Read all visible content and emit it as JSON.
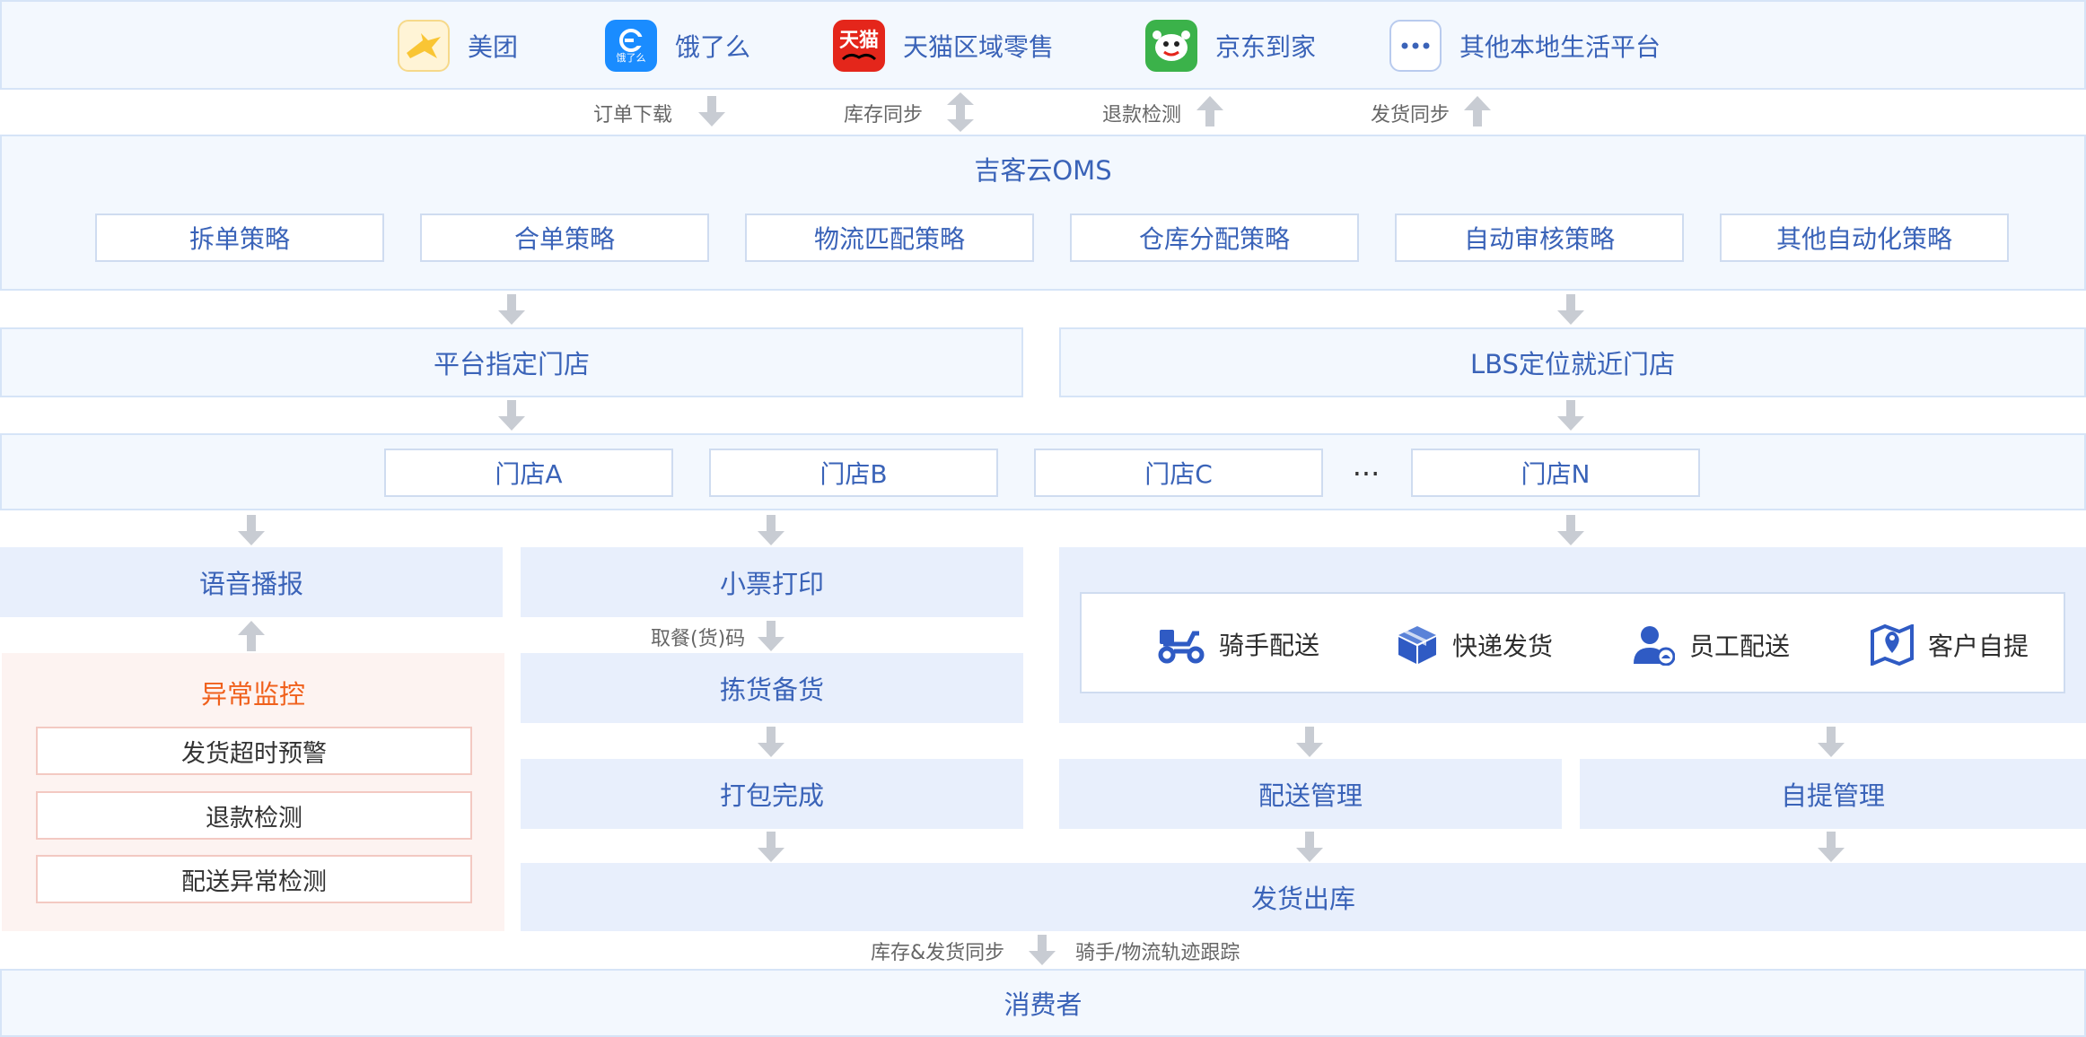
{
  "platforms": [
    {
      "name": "美团",
      "icon": "meituan-logo",
      "color": "#f9c534"
    },
    {
      "name": "饿了么",
      "icon": "eleme-logo",
      "color": "#1a8cff",
      "logo_text": "饿了么"
    },
    {
      "name": "天猫区域零售",
      "icon": "tmall-logo",
      "color": "#e4261b",
      "logo_text": "天猫"
    },
    {
      "name": "京东到家",
      "icon": "jd-daojia-logo",
      "color": "#3bb24a"
    },
    {
      "name": "其他本地生活平台",
      "icon": "more-icon",
      "color": "#3a63b8"
    }
  ],
  "flow_labels": {
    "order_download": "订单下载",
    "inventory_sync": "库存同步",
    "refund_check": "退款检测",
    "shipping_sync": "发货同步"
  },
  "oms": {
    "title": "吉客云OMS",
    "strategies": [
      "拆单策略",
      "合单策略",
      "物流匹配策略",
      "仓库分配策略",
      "自动审核策略",
      "其他自动化策略"
    ]
  },
  "store_assign": {
    "platform_designated": "平台指定门店",
    "lbs_nearest": "LBS定位就近门店"
  },
  "stores": {
    "items": [
      "门店A",
      "门店B",
      "门店C",
      "门店N"
    ],
    "ellipsis": "···"
  },
  "voice_broadcast": "语音播报",
  "monitoring": {
    "title": "异常监控",
    "items": [
      "发货超时预警",
      "退款检测",
      "配送异常检测"
    ]
  },
  "receipt_print": "小票打印",
  "pickup_code_label": "取餐(货)码",
  "picking": "拣货备货",
  "packing": "打包完成",
  "delivery_methods": [
    {
      "name": "骑手配送",
      "icon": "scooter-icon"
    },
    {
      "name": "快递发货",
      "icon": "package-box-icon"
    },
    {
      "name": "员工配送",
      "icon": "staff-person-icon"
    },
    {
      "name": "客户自提",
      "icon": "map-pin-icon"
    }
  ],
  "delivery_management": "配送管理",
  "pickup_management": "自提管理",
  "shipment_out": "发货出库",
  "bottom_labels": {
    "left": "库存&发货同步",
    "right": "骑手/物流轨迹跟踪"
  },
  "consumer": "消费者",
  "colors": {
    "primary_text": "#3a63b8",
    "icon_blue": "#2f5bc4",
    "panel_bg": "#f3f8fe",
    "box_bg": "#e8effc",
    "alert_title": "#f0601c",
    "alert_bg": "#fdf3f1",
    "arrow": "#c8ccd3"
  }
}
